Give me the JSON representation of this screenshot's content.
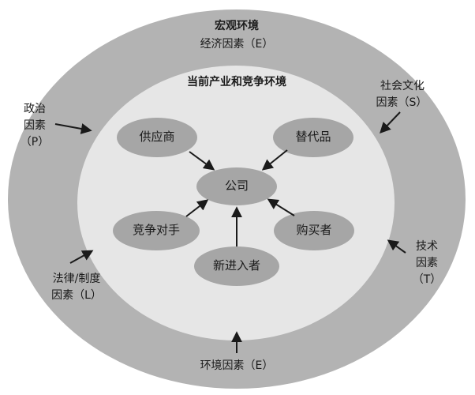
{
  "macro": {
    "title": "宏观环境",
    "economic": "经济因素（E）",
    "political_1": "政治",
    "political_2": "因素",
    "political_3": "（P）",
    "social_1": "社会文化",
    "social_2": "因素（S）",
    "tech_1": "技术",
    "tech_2": "因素",
    "tech_3": "（T）",
    "legal_1": "法律/制度",
    "legal_2": "因素（L）",
    "environment": "环境因素（E）"
  },
  "industry": {
    "title": "当前产业和竞争环境"
  },
  "nodes": {
    "company": "公司",
    "supplier": "供应商",
    "substitute": "替代品",
    "competitor": "竞争对手",
    "buyer": "购买者",
    "new_entrant": "新进入者"
  },
  "colors": {
    "outer_ring": "#b3b3b3",
    "inner_circle": "#e6e6e6",
    "node_fill": "#a6a6a6",
    "arrow": "#1a1a1a"
  }
}
